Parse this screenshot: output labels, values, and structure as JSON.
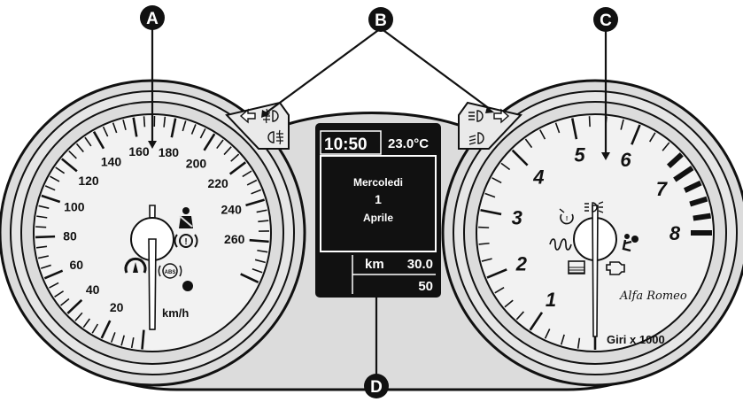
{
  "callouts": {
    "a": "A",
    "b": "B",
    "c": "C",
    "d": "D"
  },
  "speedometer": {
    "labels": [
      "20",
      "40",
      "60",
      "80",
      "100",
      "120",
      "140",
      "160",
      "180",
      "200",
      "220",
      "240",
      "260"
    ],
    "unit": "km/h"
  },
  "tachometer": {
    "labels": [
      "1",
      "2",
      "3",
      "4",
      "5",
      "6",
      "7",
      "8"
    ],
    "unit": "Giri x 1000",
    "brand": "Alfa Romeo"
  },
  "display": {
    "time": "10:50",
    "temperature": "23.0°C",
    "day": "Mercoledi",
    "date": "1",
    "month": "Aprile",
    "odo_unit": "km",
    "trip": "30.0",
    "odometer": "50"
  },
  "icons": {
    "speedometer": [
      "seatbelt-icon",
      "brake-warning-icon",
      "cruise-control-icon",
      "abs-icon",
      "warning-dot-icon"
    ],
    "tachometer": [
      "headlight-icon",
      "tire-pressure-icon",
      "glow-plug-icon",
      "airbag-icon",
      "fuel-filter-icon",
      "engine-check-icon"
    ],
    "left_pod": [
      "turn-left-icon",
      "front-fog-icon",
      "rear-fog-icon"
    ],
    "right_pod": [
      "high-beam-icon",
      "turn-right-icon",
      "low-beam-icon"
    ]
  },
  "colors": {
    "panel": "#dcdcdc",
    "ink": "#111111",
    "display": "#111111"
  }
}
